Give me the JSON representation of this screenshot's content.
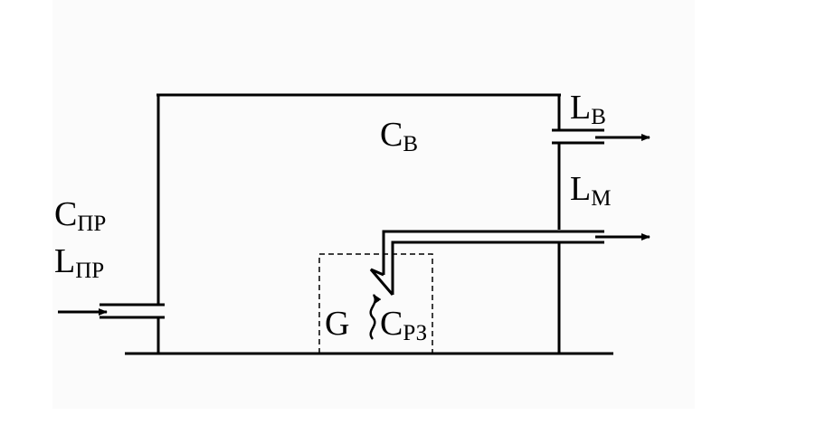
{
  "labels": {
    "c_pr": {
      "main": "C",
      "sub": "ПР"
    },
    "l_pr": {
      "main": "L",
      "sub": "ПР"
    },
    "c_v": {
      "main": "C",
      "sub": "В"
    },
    "l_v": {
      "main": "L",
      "sub": "В"
    },
    "l_m": {
      "main": "L",
      "sub": "М"
    },
    "g": "G",
    "c_rz": {
      "main": "C",
      "sub": "РЗ"
    }
  },
  "colors": {
    "line": "#000000",
    "background": "#ffffff",
    "panel": "#fbfbfb"
  }
}
